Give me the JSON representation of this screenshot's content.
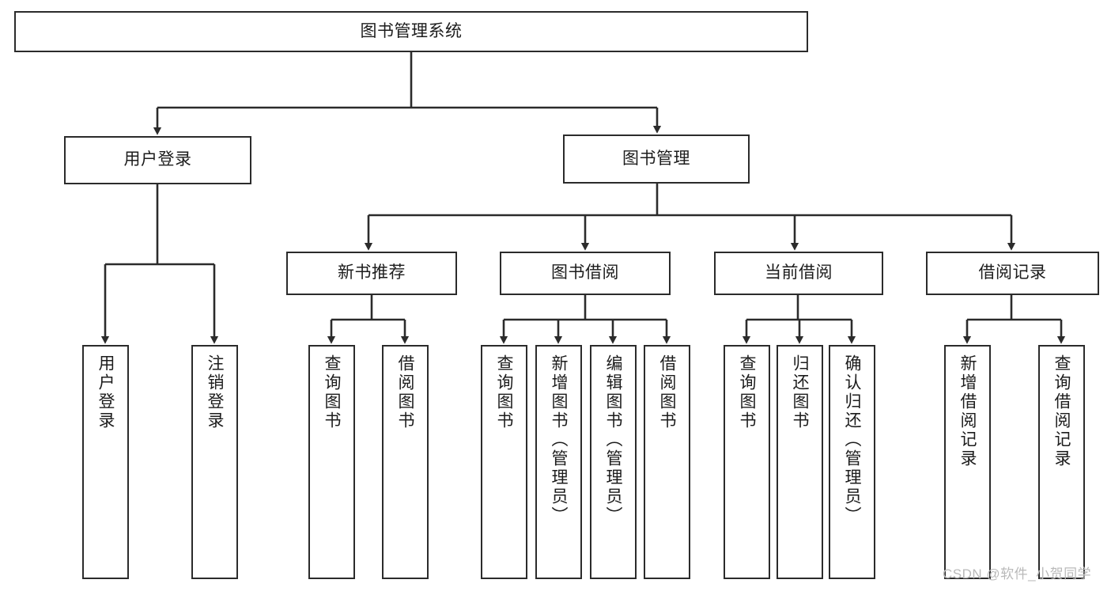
{
  "diagram": {
    "type": "tree",
    "title": "图书管理系统",
    "watermark": "CSDN @软件_小贺同学",
    "colors": {
      "stroke": "#2b2b2b",
      "fill": "#ffffff",
      "text": "#1c1c1c",
      "watermark": "#b9b9b9"
    },
    "levels": {
      "root": "图书管理系统",
      "level2": [
        "用户登录",
        "图书管理"
      ],
      "level3": [
        "新书推荐",
        "图书借阅",
        "当前借阅",
        "借阅记录"
      ]
    },
    "nodes": {
      "root": {
        "label": "图书管理系统"
      },
      "user_login": {
        "label": "用户登录"
      },
      "book_manage": {
        "label": "图书管理"
      },
      "new_book_rec": {
        "label": "新书推荐"
      },
      "book_borrow": {
        "label": "图书借阅"
      },
      "current_borrow": {
        "label": "当前借阅"
      },
      "borrow_record": {
        "label": "借阅记录"
      },
      "leaf_user_login": {
        "label": "用户登录"
      },
      "leaf_logout": {
        "label": "注销登录"
      },
      "leaf_query_book_1": {
        "label": "查询图书"
      },
      "leaf_borrow_book_1": {
        "label": "借阅图书"
      },
      "leaf_query_book_2": {
        "label": "查询图书"
      },
      "leaf_add_book": {
        "label": "新增图书（管理员）"
      },
      "leaf_edit_book": {
        "label": "编辑图书（管理员）"
      },
      "leaf_borrow_book_2": {
        "label": "借阅图书"
      },
      "leaf_query_book_3": {
        "label": "查询图书"
      },
      "leaf_return_book": {
        "label": "归还图书"
      },
      "leaf_confirm_return": {
        "label": "确认归还（管理员）"
      },
      "leaf_add_record": {
        "label": "新增借阅记录"
      },
      "leaf_query_record": {
        "label": "查询借阅记录"
      }
    },
    "edges": [
      {
        "from": "root",
        "to": "user_login"
      },
      {
        "from": "root",
        "to": "book_manage"
      },
      {
        "from": "user_login",
        "to": "leaf_user_login"
      },
      {
        "from": "user_login",
        "to": "leaf_logout"
      },
      {
        "from": "book_manage",
        "to": "new_book_rec"
      },
      {
        "from": "book_manage",
        "to": "book_borrow"
      },
      {
        "from": "book_manage",
        "to": "current_borrow"
      },
      {
        "from": "book_manage",
        "to": "borrow_record"
      },
      {
        "from": "new_book_rec",
        "to": "leaf_query_book_1"
      },
      {
        "from": "new_book_rec",
        "to": "leaf_borrow_book_1"
      },
      {
        "from": "book_borrow",
        "to": "leaf_query_book_2"
      },
      {
        "from": "book_borrow",
        "to": "leaf_add_book"
      },
      {
        "from": "book_borrow",
        "to": "leaf_edit_book"
      },
      {
        "from": "book_borrow",
        "to": "leaf_borrow_book_2"
      },
      {
        "from": "current_borrow",
        "to": "leaf_query_book_3"
      },
      {
        "from": "current_borrow",
        "to": "leaf_return_book"
      },
      {
        "from": "current_borrow",
        "to": "leaf_confirm_return"
      },
      {
        "from": "borrow_record",
        "to": "leaf_add_record"
      },
      {
        "from": "borrow_record",
        "to": "leaf_query_record"
      }
    ]
  }
}
